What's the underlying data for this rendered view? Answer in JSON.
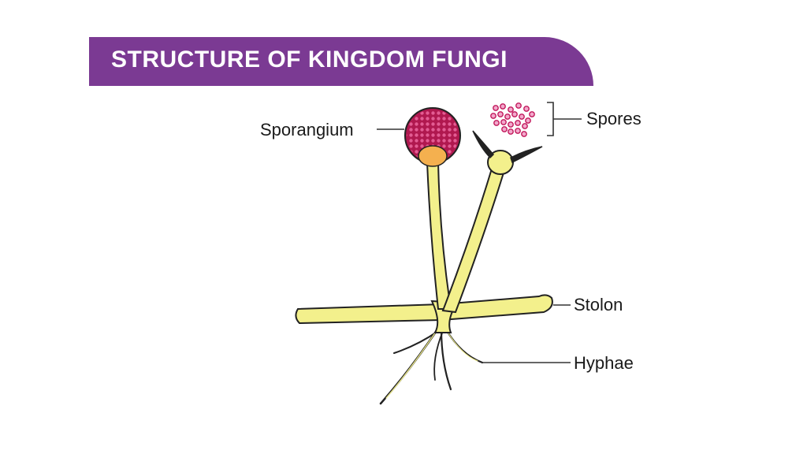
{
  "title": "STRUCTURE OF KINGDOM FUNGI",
  "labels": {
    "sporangium": "Sporangium",
    "spores": "Spores",
    "stolon": "Stolon",
    "hyphae": "Hyphae"
  },
  "colors": {
    "banner": "#7b3a93",
    "hypha_fill": "#f3f08c",
    "sporangium": "#b0184f",
    "columella": "#f4b04f",
    "spore": "#e0579a"
  }
}
